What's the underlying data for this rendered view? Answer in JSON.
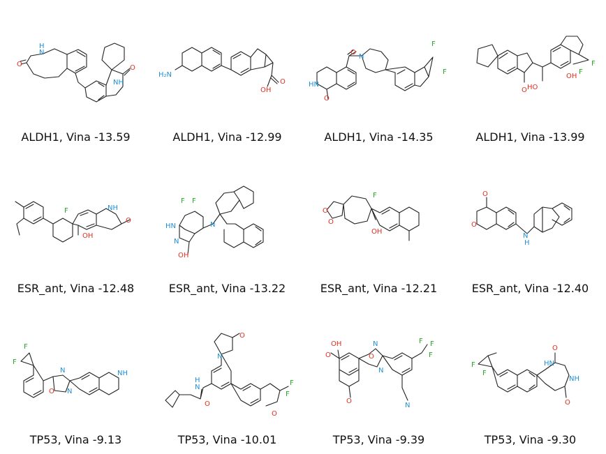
{
  "colors": {
    "nitrogen": "#1f8fd6",
    "oxygen": "#e0301e",
    "fluorine": "#26a826",
    "bond": "#222222"
  },
  "molecules": [
    {
      "caption": "ALDH1, Vina -13.59",
      "atoms": [
        {
          "t": "N",
          "c": "N",
          "a": "H"
        },
        {
          "t": "O",
          "c": "O"
        },
        {
          "t": "O",
          "c": "O"
        },
        {
          "t": "NH",
          "c": "N"
        }
      ]
    },
    {
      "caption": "ALDH1, Vina -12.99",
      "atoms": [
        {
          "t": "H₂N",
          "c": "N"
        },
        {
          "t": "O",
          "c": "O"
        },
        {
          "t": "OH",
          "c": "O"
        }
      ]
    },
    {
      "caption": "ALDH1, Vina -14.35",
      "atoms": [
        {
          "t": "O",
          "c": "O"
        },
        {
          "t": "N",
          "c": "N"
        },
        {
          "t": "F",
          "c": "F"
        },
        {
          "t": "F",
          "c": "F"
        },
        {
          "t": "HN",
          "c": "N"
        },
        {
          "t": "O",
          "c": "O"
        }
      ]
    },
    {
      "caption": "ALDH1, Vina -13.99",
      "atoms": [
        {
          "t": "O",
          "c": "O"
        },
        {
          "t": "HO",
          "c": "O"
        },
        {
          "t": "OH",
          "c": "O"
        },
        {
          "t": "F",
          "c": "F"
        },
        {
          "t": "F",
          "c": "F"
        }
      ]
    },
    {
      "caption": "ESR_ant, Vina -12.48",
      "atoms": [
        {
          "t": "F",
          "c": "F"
        },
        {
          "t": "NH",
          "c": "N"
        },
        {
          "t": "O",
          "c": "O"
        },
        {
          "t": "OH",
          "c": "O"
        }
      ]
    },
    {
      "caption": "ESR_ant, Vina -13.22",
      "atoms": [
        {
          "t": "F",
          "c": "F"
        },
        {
          "t": "F",
          "c": "F"
        },
        {
          "t": "HN",
          "c": "N"
        },
        {
          "t": "N",
          "c": "N"
        },
        {
          "t": "N",
          "c": "N"
        },
        {
          "t": "OH",
          "c": "O"
        }
      ]
    },
    {
      "caption": "ESR_ant, Vina -12.21",
      "atoms": [
        {
          "t": "O",
          "c": "O"
        },
        {
          "t": "O",
          "c": "O"
        },
        {
          "t": "F",
          "c": "F"
        },
        {
          "t": "OH",
          "c": "O"
        }
      ]
    },
    {
      "caption": "ESR_ant, Vina -12.40",
      "atoms": [
        {
          "t": "O",
          "c": "O"
        },
        {
          "t": "O",
          "c": "O"
        },
        {
          "t": "N",
          "c": "N",
          "a": "H"
        }
      ]
    },
    {
      "caption": "TP53, Vina -9.13",
      "atoms": [
        {
          "t": "F",
          "c": "F"
        },
        {
          "t": "F",
          "c": "F"
        },
        {
          "t": "N",
          "c": "N"
        },
        {
          "t": "O",
          "c": "O"
        },
        {
          "t": "N",
          "c": "N"
        },
        {
          "t": "NH",
          "c": "N"
        }
      ]
    },
    {
      "caption": "TP53, Vina -10.01",
      "atoms": [
        {
          "t": "N",
          "c": "N"
        },
        {
          "t": "O",
          "c": "O"
        },
        {
          "t": "N",
          "c": "N",
          "a": "H"
        },
        {
          "t": "O",
          "c": "O"
        },
        {
          "t": "F",
          "c": "F"
        },
        {
          "t": "F",
          "c": "F"
        },
        {
          "t": "O",
          "c": "O"
        }
      ]
    },
    {
      "caption": "TP53, Vina -9.39",
      "atoms": [
        {
          "t": "OH",
          "c": "O"
        },
        {
          "t": "O",
          "c": "O"
        },
        {
          "t": "N",
          "c": "N"
        },
        {
          "t": "O",
          "c": "O"
        },
        {
          "t": "N",
          "c": "N"
        },
        {
          "t": "F",
          "c": "F"
        },
        {
          "t": "F",
          "c": "F"
        },
        {
          "t": "F",
          "c": "F"
        },
        {
          "t": "N",
          "c": "N"
        },
        {
          "t": "O",
          "c": "O"
        }
      ]
    },
    {
      "caption": "TP53, Vina -9.30",
      "atoms": [
        {
          "t": "F",
          "c": "F"
        },
        {
          "t": "F",
          "c": "F"
        },
        {
          "t": "O",
          "c": "O"
        },
        {
          "t": "HN",
          "c": "N"
        },
        {
          "t": "NH",
          "c": "N"
        },
        {
          "t": "O",
          "c": "O"
        }
      ]
    }
  ]
}
